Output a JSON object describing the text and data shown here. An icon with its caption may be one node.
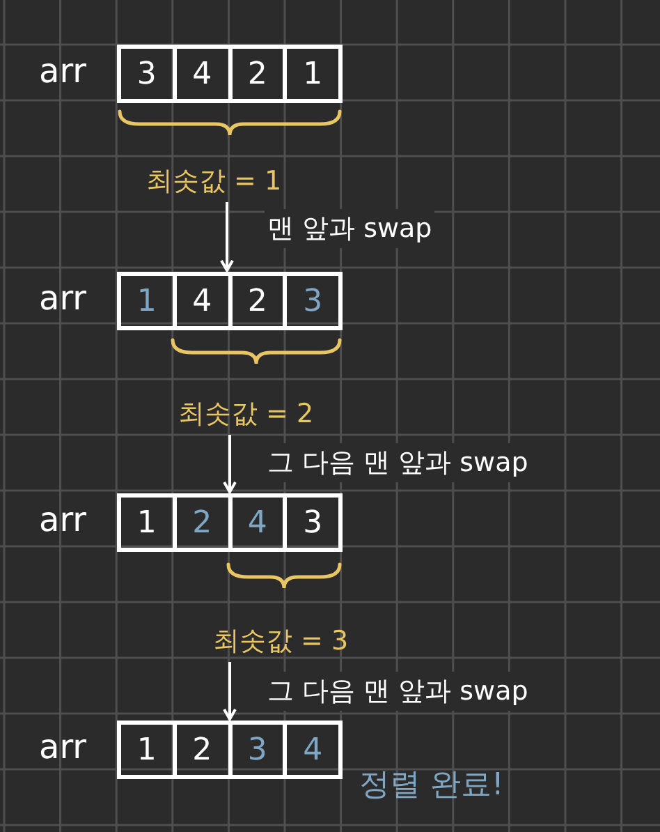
{
  "diagram": {
    "nodes": [
      {
        "text": [],
        "shape": "box",
        "beside": [
          "arr"
        ]
      },
      {
        "text": [
          "3"
        ],
        "in": 0
      },
      {
        "text": [
          "4"
        ],
        "in": 0
      },
      {
        "text": [
          "2"
        ],
        "in": 0
      },
      {
        "text": [
          "1"
        ],
        "in": 0
      },
      {
        "text": [
          "최솟값 = 1"
        ]
      },
      {
        "text": [],
        "shape": "box",
        "beside": [
          "arr"
        ]
      },
      {
        "text": [
          "1"
        ],
        "in": 6
      },
      {
        "text": [
          "4"
        ],
        "in": 6
      },
      {
        "text": [
          "2"
        ],
        "in": 6
      },
      {
        "text": [
          "3"
        ],
        "in": 6
      },
      {
        "text": [
          "최솟값 = 2"
        ]
      },
      {
        "text": [],
        "shape": "box",
        "beside": [
          "arr"
        ]
      },
      {
        "text": [
          "1"
        ],
        "in": 12
      },
      {
        "text": [
          "2"
        ],
        "in": 12
      },
      {
        "text": [
          "4"
        ],
        "in": 12
      },
      {
        "text": [
          "3"
        ],
        "in": 12
      },
      {
        "text": [
          "최솟값 = 3"
        ]
      },
      {
        "text": [],
        "shape": "box",
        "beside": [
          "arr"
        ]
      },
      {
        "text": [
          "1"
        ],
        "in": 18
      },
      {
        "text": [
          "2"
        ],
        "in": 18
      },
      {
        "text": [
          "3"
        ],
        "in": 18
      },
      {
        "text": [
          "4"
        ],
        "in": 18
      }
    ],
    "edges": [
      {
        "from": 5,
        "to": 6,
        "arrow": "to",
        "label": "맨 앞과 swap"
      },
      {
        "from": 11,
        "to": 12,
        "arrow": "to",
        "label": "그 다음 맨 앞과 swap"
      },
      {
        "from": 17,
        "to": 18,
        "arrow": "to",
        "label": "그 다음 맨 앞과 swap"
      }
    ],
    "labels": [
      "정렬 완료!"
    ]
  }
}
